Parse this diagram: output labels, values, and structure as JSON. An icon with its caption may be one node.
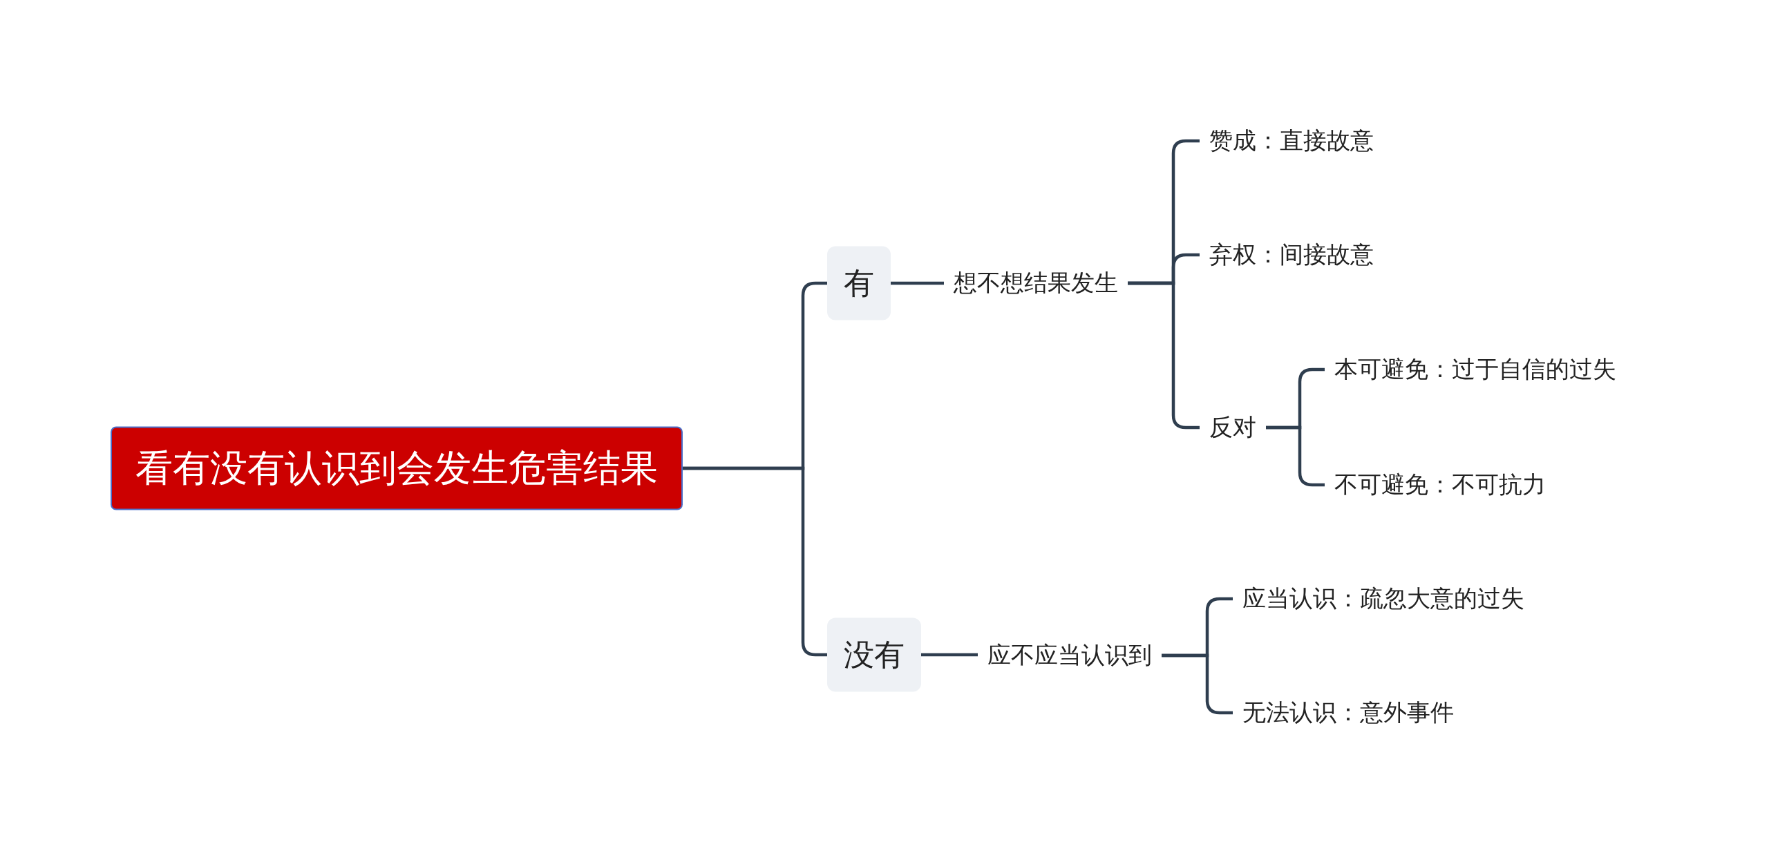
{
  "diagram": {
    "nodes": [
      {
        "text": [
          "看有没有认识到会发生危害结果"
        ]
      },
      {
        "text": [
          "有"
        ]
      },
      {
        "text": [
          "想不想结果发生"
        ]
      },
      {
        "text": [
          "赞成：直接故意"
        ]
      },
      {
        "text": [
          "弃权：间接故意"
        ]
      },
      {
        "text": [
          "反对"
        ]
      },
      {
        "text": [
          "本可避免：过于自信的过失"
        ]
      },
      {
        "text": [
          "不可避免：不可抗力"
        ]
      },
      {
        "text": [
          "没有"
        ]
      },
      {
        "text": [
          "应不应当认识到"
        ]
      },
      {
        "text": [
          "应当认识：疏忽大意的过失"
        ]
      },
      {
        "text": [
          "无法认识：意外事件"
        ]
      }
    ],
    "edges": [
      {
        "from": 0,
        "to": 1,
        "arrow": "none"
      },
      {
        "from": 0,
        "to": 8,
        "arrow": "none"
      },
      {
        "from": 1,
        "to": 2,
        "arrow": "none"
      },
      {
        "from": 2,
        "to": 3,
        "arrow": "none"
      },
      {
        "from": 2,
        "to": 4,
        "arrow": "none"
      },
      {
        "from": 2,
        "to": 5,
        "arrow": "none"
      },
      {
        "from": 5,
        "to": 6,
        "arrow": "none"
      },
      {
        "from": 5,
        "to": 7,
        "arrow": "none"
      },
      {
        "from": 8,
        "to": 9,
        "arrow": "none"
      },
      {
        "from": 9,
        "to": 10,
        "arrow": "none"
      },
      {
        "from": 9,
        "to": 11,
        "arrow": "none"
      }
    ]
  }
}
